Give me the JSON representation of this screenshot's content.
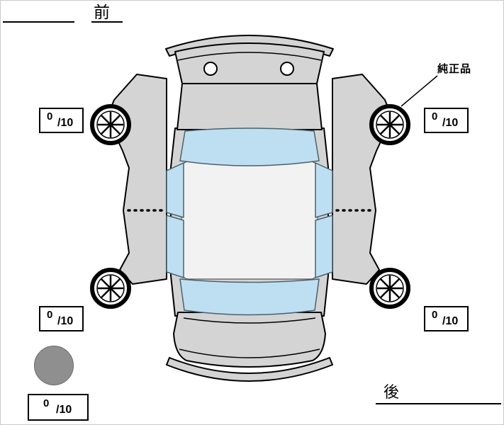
{
  "labels": {
    "front": "前",
    "rear": "後",
    "genuine_part": "純正品"
  },
  "scores": {
    "front_left": {
      "num": "0",
      "den": "/10"
    },
    "front_right": {
      "num": "0",
      "den": "/10"
    },
    "rear_left": {
      "num": "0",
      "den": "/10"
    },
    "rear_right": {
      "num": "0",
      "den": "/10"
    },
    "spare": {
      "num": "0",
      "den": "/10"
    }
  },
  "colors": {
    "body": "#d4d4d4",
    "window": "#bedff2",
    "outline": "#000000",
    "marker": "#8f8f8f"
  }
}
